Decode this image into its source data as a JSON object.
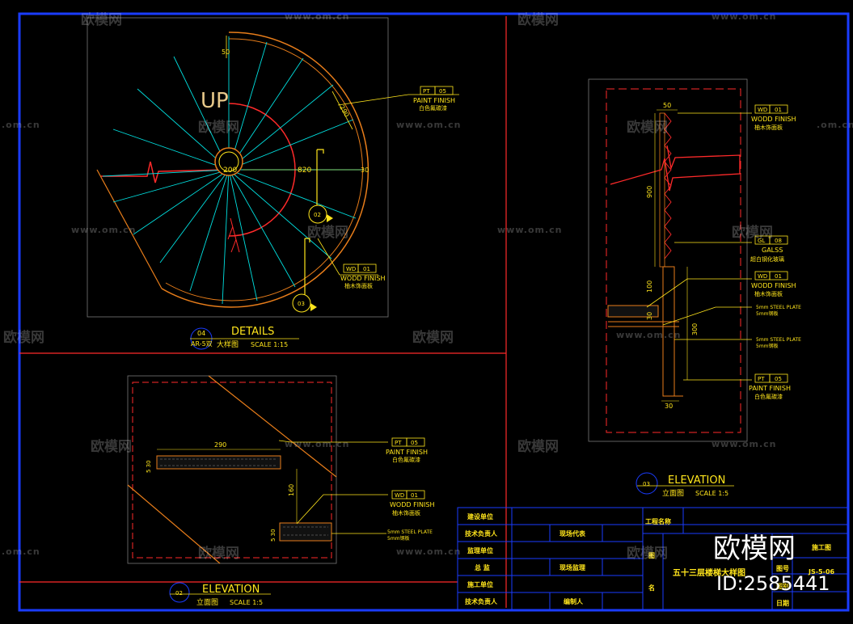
{
  "detail_plan": {
    "up_label": "UP",
    "dim_top": "50",
    "dim_tread": "290",
    "dim_center": "200",
    "dim_radius": "820",
    "dim_edge": "30",
    "callout_a": "02",
    "callout_b": "03",
    "tag_pt": {
      "code": "PT",
      "num": "05",
      "en": "PAINT FINISH",
      "cn": "白色氟碳漆"
    },
    "tag_wd": {
      "code": "WD",
      "num": "01",
      "en": "WODD FINISH",
      "cn": "柚木饰面板"
    },
    "title": {
      "num": "04",
      "sheet": "AR-5双",
      "en": "DETAILS",
      "cn": "大样图",
      "scale": "SCALE  1:15"
    }
  },
  "elevation_02": {
    "dim_width": "290",
    "dim_5_30_a": "5 30",
    "dim_160": "160",
    "dim_5_30_b": "5 30",
    "tag_pt": {
      "code": "PT",
      "num": "05",
      "en": "PAINT FINISH",
      "cn": "白色氟碳漆"
    },
    "tag_wd": {
      "code": "WD",
      "num": "01",
      "en": "WODD FINISH",
      "cn": "柚木饰面板"
    },
    "steel_en": "5mm STEEL PLATE",
    "steel_cn": "5mm钢板",
    "title": {
      "num": "02",
      "en": "ELEVATION",
      "cn": "立面图",
      "scale": "SCALE  1:5"
    }
  },
  "elevation_03": {
    "dim_50": "50",
    "dim_900": "900",
    "dim_100": "100",
    "dim_30a": "30",
    "dim_300": "300",
    "dim_30b": "30",
    "tag_wd1": {
      "code": "WD",
      "num": "01",
      "en": "WODD FINISH",
      "cn": "柚木饰面板"
    },
    "tag_gl": {
      "code": "GL",
      "num": "08",
      "en": "GALSS",
      "cn": "超白钢化玻璃"
    },
    "tag_wd2": {
      "code": "WD",
      "num": "01",
      "en": "WODD FINISH",
      "cn": "柚木饰面板"
    },
    "steel1_en": "5mm STEEL PLATE",
    "steel1_cn": "5mm钢板",
    "steel2_en": "5mm STEEL PLATE",
    "steel2_cn": "5mm钢板",
    "tag_pt": {
      "code": "PT",
      "num": "05",
      "en": "PAINT FINISH",
      "cn": "白色氟碳漆"
    },
    "title": {
      "num": "03",
      "en": "ELEVATION",
      "cn": "立面图",
      "scale": "SCALE  1:5"
    }
  },
  "title_block": {
    "r1": "建设单位",
    "r2": "技术负责人",
    "r2b": "现场代表",
    "r3": "监理单位",
    "r4": "总  监",
    "r4b": "现场监理",
    "r5": "施工单位",
    "r6": "技术负责人",
    "r6b": "编制人",
    "project": "工程名称",
    "drawing_name_1": "图",
    "drawing_name_2": "名",
    "drawing_title": "五十三层楼梯大样图",
    "sheet_no_label": "图号",
    "sheet_label": "图别",
    "type_value": "施工图",
    "date_label": "日期",
    "code_value": "JS-5-06"
  },
  "watermarks": {
    "logo": "欧模网",
    "url": "www.om.cn",
    "url_short": ".om.cn"
  },
  "brand": {
    "name": "欧模网",
    "id": "ID:2585441"
  },
  "colors": {
    "frame": "#1a3cff",
    "panel": "#ff2a2a",
    "text": "#ffe51c",
    "stair_cyan": "#00e0e0",
    "stair_orange": "#e87d1a"
  }
}
